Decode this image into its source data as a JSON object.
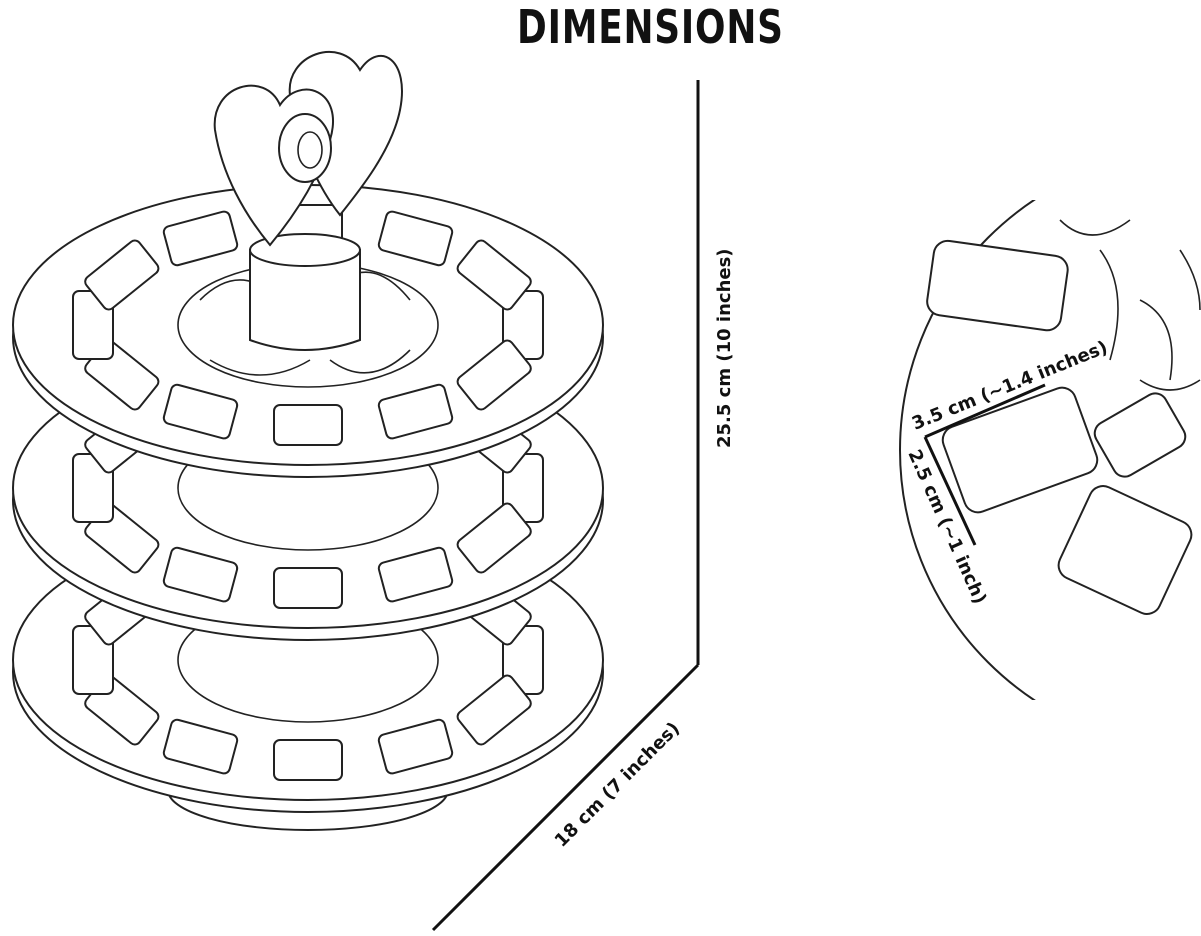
{
  "title": "DIMENSIONS",
  "dimensions": {
    "height": "25.5 cm (10 inches)",
    "diameter": "18 cm (7 inches)",
    "slot_width": "3.5 cm (~1.4 inches)",
    "slot_height": "2.5 cm (~1 inch)"
  },
  "colors": {
    "line": "#222222",
    "background": "#ffffff",
    "text": "#111111"
  }
}
